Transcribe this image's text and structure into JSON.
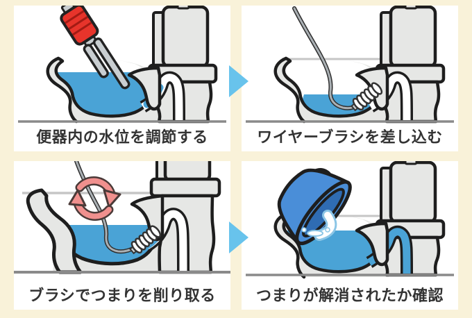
{
  "infographic": {
    "topic": "toilet-unclogging-steps",
    "background_color": "#f9f2d9",
    "panel_background": "#ffffff",
    "arrow_color": "#68c3ec",
    "arrow_direction": "right"
  },
  "colors": {
    "water_blue": "#4aa3d6",
    "bucket_blue": "#4a8ed8",
    "bucket_inner_blue": "#2f6cb3",
    "toilet_gray": "#e6e7e5",
    "outline_black": "#1e1e1e",
    "pump_red": "#e7342b",
    "rotation_arrow_pink": "#f0908e",
    "floor_gray": "#8a8a8a",
    "caption_text": "#333333"
  },
  "steps": [
    {
      "index": 1,
      "caption": "便器内の水位を調節する",
      "illustration": "toilet-with-hand-pump"
    },
    {
      "index": 2,
      "caption": "ワイヤーブラシを差し込む",
      "illustration": "toilet-with-wire-brush-inserted"
    },
    {
      "index": 3,
      "caption": "ブラシでつまりを削り取る",
      "illustration": "toilet-with-rotating-wire-brush"
    },
    {
      "index": 4,
      "caption": "つまりが解消されたか確認",
      "illustration": "toilet-with-bucket-pouring-water"
    }
  ]
}
